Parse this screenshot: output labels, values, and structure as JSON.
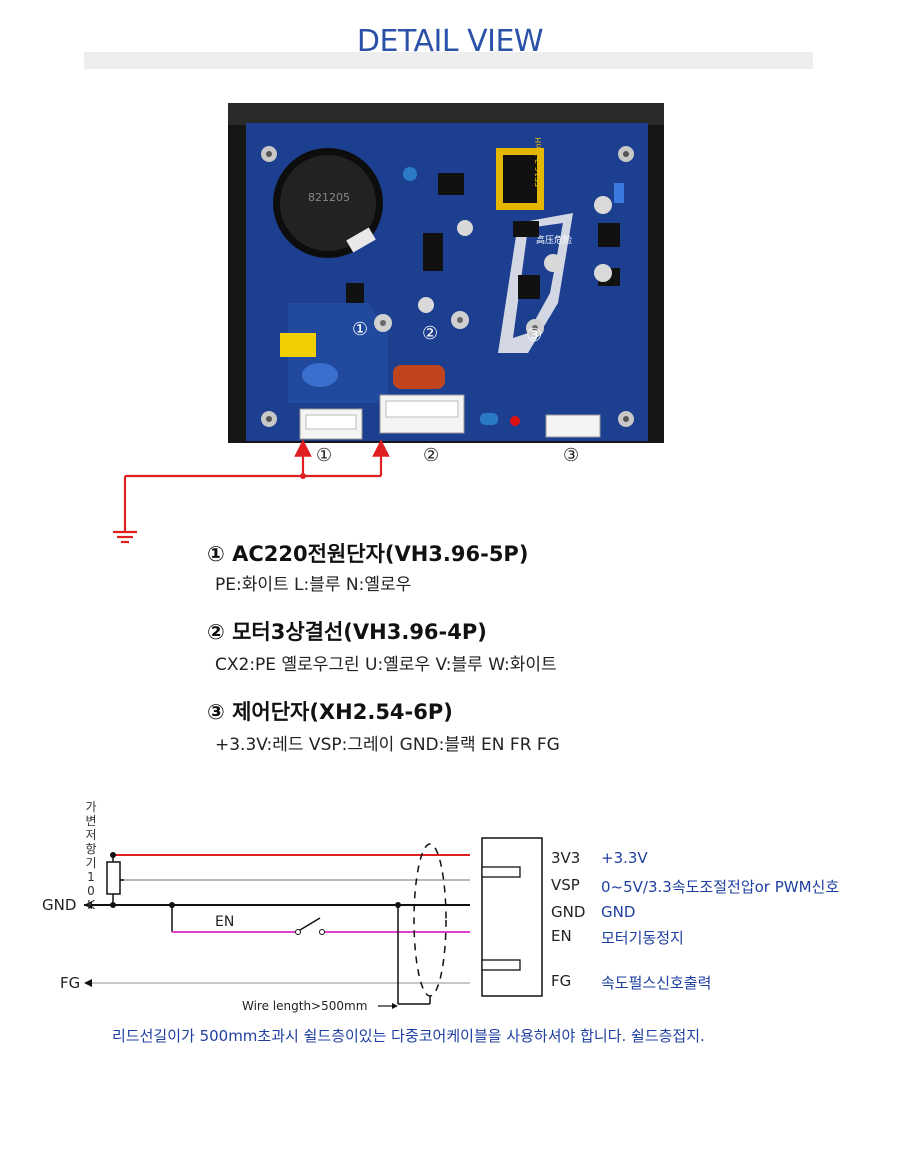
{
  "header": {
    "title": "DETAIL VIEW"
  },
  "board": {
    "markings": {
      "cap_label": "821205",
      "transformer_label": "EE16-2.7mH",
      "hv_warning": "高压危险"
    },
    "callouts": [
      "①",
      "②",
      "③"
    ],
    "connector_numbers": [
      "①",
      "②",
      "③"
    ]
  },
  "connectors": [
    {
      "heading": "① AC220전원단자(VH3.96-5P)",
      "detail": "PE:화이트   L:블루   N:옐로우"
    },
    {
      "heading": "② 모터3상결선(VH3.96-4P)",
      "detail": "CX2:PE 옐로우그린  U:옐로우  V:블루   W:화이트"
    },
    {
      "heading": "③ 제어단자(XH2.54-6P)",
      "detail": "+3.3V:레드   VSP:그레이   GND:블랙  EN  FR  FG"
    }
  ],
  "wiring": {
    "resistor_label": "가변저항기 10K",
    "gnd_label": "GND",
    "fg_label": "FG",
    "en_label": "EN",
    "wire_length_note": "Wire length>500mm",
    "pins": [
      {
        "pin": "3V3",
        "desc": "+3.3V"
      },
      {
        "pin": "VSP",
        "desc": "0~5V/3.3속도조절전압or PWM신호"
      },
      {
        "pin": "GND",
        "desc": "GND"
      },
      {
        "pin": "EN",
        "desc": "모터기동정지"
      },
      {
        "pin": "FG",
        "desc": "속도펄스신호출력"
      }
    ],
    "footnote": "리드선길이가 500mm초과시 쉴드층이있는 다중코어케이블을 사용하셔야 합니다.  쉴드층접지."
  },
  "colors": {
    "title": "#2b52a8",
    "pcb": "#1d3f8f",
    "heatsink": "#1a1a1a",
    "ground_wire": "#e02020",
    "wire_red": "#e02020",
    "wire_gray": "#b8b8b8",
    "wire_black": "#111111",
    "wire_magenta": "#e040d0",
    "desc_blue": "#1f3fa0"
  }
}
